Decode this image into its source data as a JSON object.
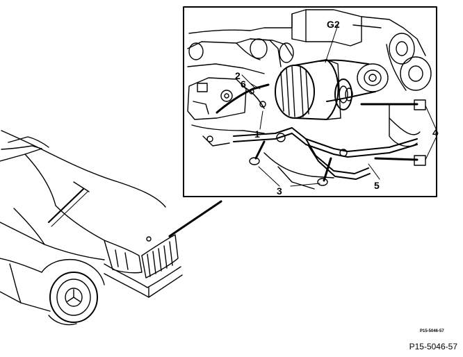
{
  "diagram": {
    "component_label": "G2",
    "callouts": [
      "1",
      "2",
      "3",
      "4",
      "5",
      "6"
    ],
    "reference_small": "P15-5046-57",
    "reference_main": "P15-5046-57"
  }
}
